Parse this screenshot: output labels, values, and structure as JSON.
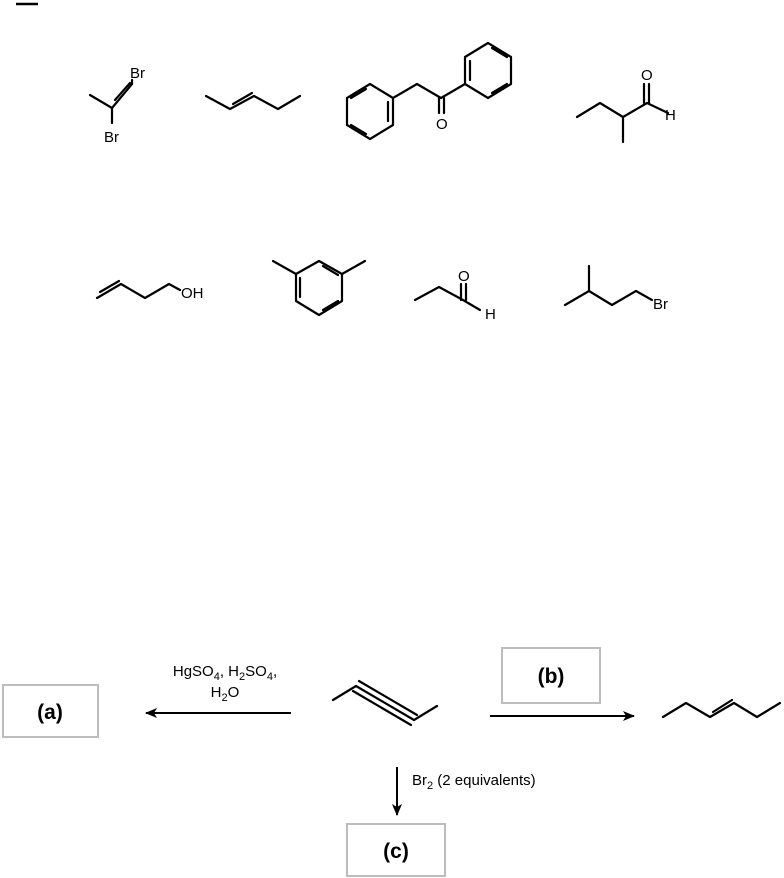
{
  "molecules": {
    "m1": {
      "atoms": {
        "br_top": "Br",
        "br_bottom": "Br"
      }
    },
    "m3": {
      "atoms": {
        "o": "O"
      }
    },
    "m4": {
      "atoms": {
        "o": "O",
        "h": "H"
      }
    },
    "m5": {
      "atoms": {
        "oh": "OH"
      }
    },
    "m7": {
      "atoms": {
        "o": "O",
        "h": "H"
      }
    },
    "m8": {
      "atoms": {
        "br": "Br"
      }
    }
  },
  "reaction": {
    "box_a": "(a)",
    "box_b": "(b)",
    "box_c": "(c)",
    "conditions_a": {
      "line1": {
        "p1": "HgSO",
        "s1": "4",
        "p2": ", H",
        "s2": "2",
        "p3": "SO",
        "s3": "4",
        "p4": ","
      },
      "line2": {
        "p1": "H",
        "s1": "2",
        "p2": "O"
      }
    },
    "conditions_c": {
      "p1": "Br",
      "s1": "2",
      "p2": " (2 equivalents)"
    }
  }
}
